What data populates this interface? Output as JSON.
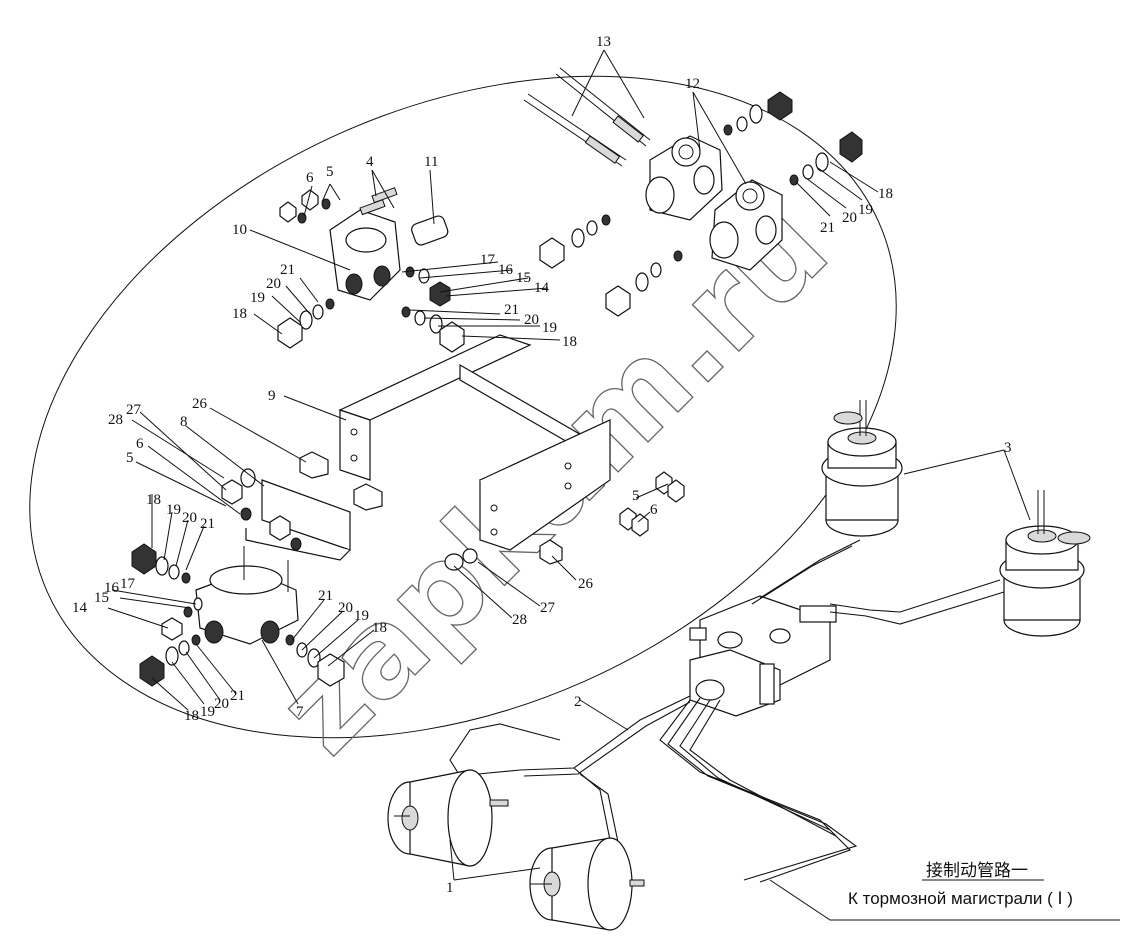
{
  "callouts": [
    {
      "id": "c13",
      "text": "13"
    },
    {
      "id": "c12",
      "text": "12"
    },
    {
      "id": "c18a",
      "text": "18"
    },
    {
      "id": "c19a",
      "text": "19"
    },
    {
      "id": "c20a",
      "text": "20"
    },
    {
      "id": "c21a",
      "text": "21"
    },
    {
      "id": "c4",
      "text": "4"
    },
    {
      "id": "c11",
      "text": "11"
    },
    {
      "id": "c6a",
      "text": "6"
    },
    {
      "id": "c5a",
      "text": "5"
    },
    {
      "id": "c10",
      "text": "10"
    },
    {
      "id": "c17a",
      "text": "17"
    },
    {
      "id": "c16a",
      "text": "16"
    },
    {
      "id": "c15a",
      "text": "15"
    },
    {
      "id": "c14a",
      "text": "14"
    },
    {
      "id": "c21b",
      "text": "21"
    },
    {
      "id": "c20b",
      "text": "20"
    },
    {
      "id": "c19b",
      "text": "19"
    },
    {
      "id": "c18b",
      "text": "18"
    },
    {
      "id": "c21c",
      "text": "21"
    },
    {
      "id": "c20c",
      "text": "20"
    },
    {
      "id": "c19c",
      "text": "19"
    },
    {
      "id": "c18c",
      "text": "18"
    },
    {
      "id": "c9",
      "text": "9"
    },
    {
      "id": "c26a",
      "text": "26"
    },
    {
      "id": "c27a",
      "text": "27"
    },
    {
      "id": "c28a",
      "text": "28"
    },
    {
      "id": "c8",
      "text": "8"
    },
    {
      "id": "c6b",
      "text": "6"
    },
    {
      "id": "c5b",
      "text": "5"
    },
    {
      "id": "c3",
      "text": "3"
    },
    {
      "id": "c5c",
      "text": "5"
    },
    {
      "id": "c6c",
      "text": "6"
    },
    {
      "id": "c26b",
      "text": "26"
    },
    {
      "id": "c27b",
      "text": "27"
    },
    {
      "id": "c28b",
      "text": "28"
    },
    {
      "id": "c18d",
      "text": "18"
    },
    {
      "id": "c19d",
      "text": "19"
    },
    {
      "id": "c20d",
      "text": "20"
    },
    {
      "id": "c21d",
      "text": "21"
    },
    {
      "id": "c16b",
      "text": "16"
    },
    {
      "id": "c17b",
      "text": "17"
    },
    {
      "id": "c15b",
      "text": "15"
    },
    {
      "id": "c14b",
      "text": "14"
    },
    {
      "id": "c21e",
      "text": "21"
    },
    {
      "id": "c20e",
      "text": "20"
    },
    {
      "id": "c19e",
      "text": "19"
    },
    {
      "id": "c18e",
      "text": "18"
    },
    {
      "id": "c7",
      "text": "7"
    },
    {
      "id": "c18f",
      "text": "18"
    },
    {
      "id": "c19f",
      "text": "19"
    },
    {
      "id": "c20f",
      "text": "20"
    },
    {
      "id": "c21f",
      "text": "21"
    },
    {
      "id": "c2",
      "text": "2"
    },
    {
      "id": "c1",
      "text": "1"
    }
  ],
  "caption": {
    "chinese": "接制动管路一",
    "russian": "К тормозной магистрали ( Ⅰ )"
  },
  "watermark": "zapkam.ru"
}
